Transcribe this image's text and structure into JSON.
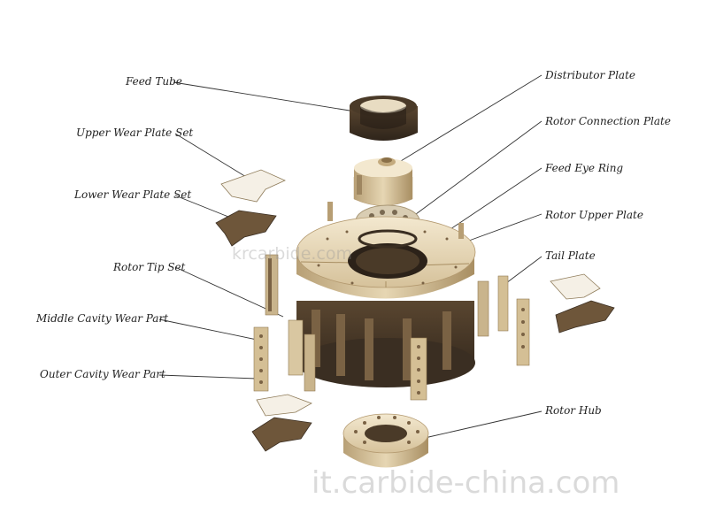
{
  "labels": {
    "feed_tube": "Feed Tube",
    "upper_wear_plate_set": "Upper Wear Plate Set",
    "lower_wear_plate_set": "Lower Wear Plate Set",
    "rotor_tip_set": "Rotor Tip Set",
    "middle_cavity_wear_part": "Middle Cavity Wear  Part",
    "outer_cavity_wear_part": "Outer Cavity Wear  Part",
    "distributor_plate": "Distributor Plate",
    "rotor_connection_plate": "Rotor Connection Plate",
    "feed_eye_ring": "Feed Eye Ring",
    "rotor_upper_plate": "Rotor Upper Plate",
    "tail_plate": "Tail Plate",
    "rotor_hub": "Rotor Hub"
  },
  "watermarks": {
    "center": "krcarbide.com",
    "bottom": "it.carbide-china.com"
  },
  "colors": {
    "cream": "#e9dcc0",
    "tan": "#c9b48c",
    "dark_brown": "#3a2e22",
    "mid_brown": "#6b5438"
  }
}
